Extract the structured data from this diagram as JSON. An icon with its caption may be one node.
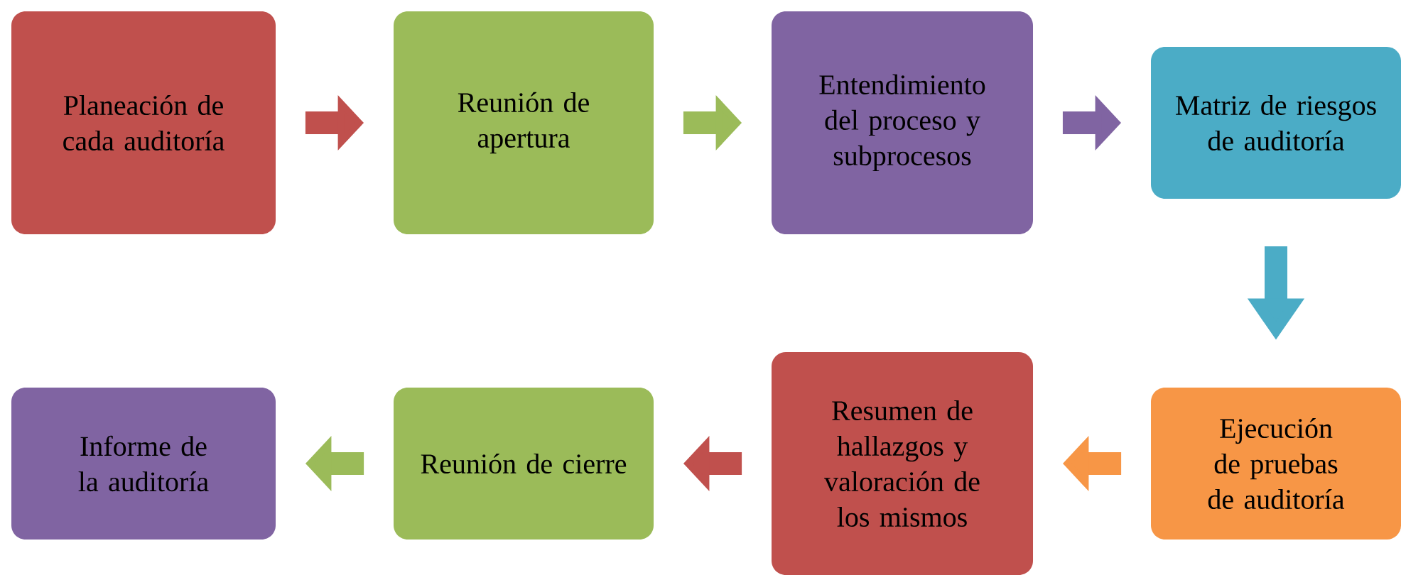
{
  "diagram": {
    "nodes": [
      {
        "text": [
          "Planeación de cada auditoría"
        ]
      },
      {
        "text": [
          "Reunión de apertura"
        ]
      },
      {
        "text": [
          "Entendimiento del proceso y subprocesos"
        ]
      },
      {
        "text": [
          "Matriz de riesgos de auditoría"
        ]
      },
      {
        "text": [
          "Ejecución de pruebas de auditoría"
        ]
      },
      {
        "text": [
          "Resumen de hallazgos y valoración de los mismos"
        ]
      },
      {
        "text": [
          "Reunión de cierre"
        ]
      },
      {
        "text": [
          "Informe de la auditoría"
        ]
      }
    ],
    "edges": [
      {
        "from": 0,
        "to": 1,
        "arrow": "to",
        "color": "#c0504d"
      },
      {
        "from": 1,
        "to": 2,
        "arrow": "to",
        "color": "#9bbb59"
      },
      {
        "from": 2,
        "to": 3,
        "arrow": "to",
        "color": "#8064a2"
      },
      {
        "from": 3,
        "to": 4,
        "arrow": "to",
        "color": "#4bacc6"
      },
      {
        "from": 4,
        "to": 5,
        "arrow": "to",
        "color": "#f79646"
      },
      {
        "from": 5,
        "to": 6,
        "arrow": "to",
        "color": "#c0504d"
      },
      {
        "from": 6,
        "to": 7,
        "arrow": "to",
        "color": "#9bbb59"
      }
    ]
  }
}
